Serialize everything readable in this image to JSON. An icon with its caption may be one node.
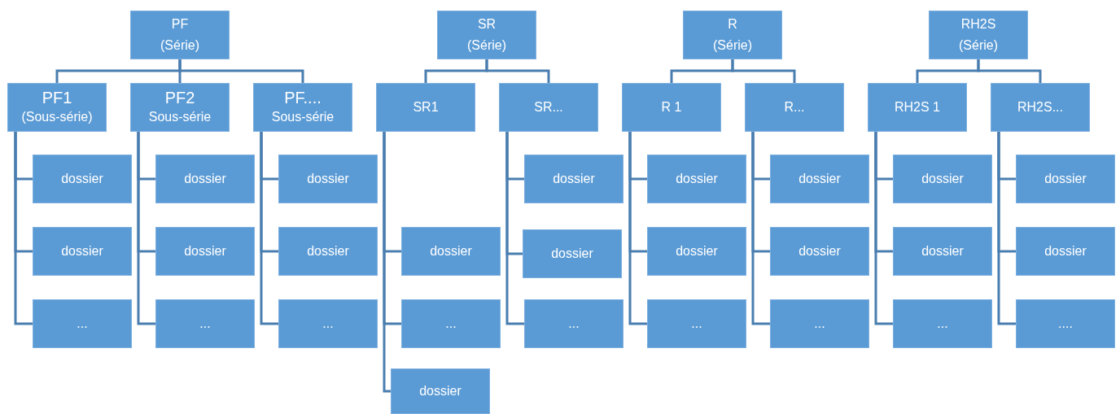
{
  "diagram": {
    "nodes": [
      {
        "text": [
          "PF",
          "(Série)"
        ]
      },
      {
        "text": [
          "SR",
          "(Série)"
        ]
      },
      {
        "text": [
          "R",
          "(Série)"
        ]
      },
      {
        "text": [
          "RH2S",
          "(Série)"
        ]
      },
      {
        "text": [
          "PF1",
          "(Sous-série)"
        ]
      },
      {
        "text": [
          "PF2",
          "Sous-série"
        ]
      },
      {
        "text": [
          "PF....",
          "Sous-série"
        ]
      },
      {
        "text": [
          "SR1"
        ]
      },
      {
        "text": [
          "SR..."
        ]
      },
      {
        "text": [
          "R 1"
        ]
      },
      {
        "text": [
          "R..."
        ]
      },
      {
        "text": [
          "RH2S 1"
        ]
      },
      {
        "text": [
          "RH2S..."
        ]
      },
      {
        "text": [
          "dossier"
        ]
      },
      {
        "text": [
          "dossier"
        ]
      },
      {
        "text": [
          "..."
        ]
      },
      {
        "text": [
          "dossier"
        ]
      },
      {
        "text": [
          "dossier"
        ]
      },
      {
        "text": [
          "..."
        ]
      },
      {
        "text": [
          "dossier"
        ]
      },
      {
        "text": [
          "dossier"
        ]
      },
      {
        "text": [
          "..."
        ]
      },
      {
        "text": [
          "dossier"
        ]
      },
      {
        "text": [
          "..."
        ]
      },
      {
        "text": [
          "dossier"
        ]
      },
      {
        "text": [
          "dossier"
        ]
      },
      {
        "text": [
          "dossier"
        ]
      },
      {
        "text": [
          "..."
        ]
      },
      {
        "text": [
          "dossier"
        ]
      },
      {
        "text": [
          "dossier"
        ]
      },
      {
        "text": [
          "..."
        ]
      },
      {
        "text": [
          "dossier"
        ]
      },
      {
        "text": [
          "dossier"
        ]
      },
      {
        "text": [
          "..."
        ]
      },
      {
        "text": [
          "dossier"
        ]
      },
      {
        "text": [
          "dossier"
        ]
      },
      {
        "text": [
          "..."
        ]
      },
      {
        "text": [
          "dossier"
        ]
      },
      {
        "text": [
          "dossier"
        ]
      },
      {
        "text": [
          "...."
        ]
      }
    ],
    "edges": [
      {
        "from": 0,
        "to": 4,
        "arrow": "none"
      },
      {
        "from": 0,
        "to": 5,
        "arrow": "none"
      },
      {
        "from": 0,
        "to": 6,
        "arrow": "none"
      },
      {
        "from": 1,
        "to": 7,
        "arrow": "none"
      },
      {
        "from": 1,
        "to": 8,
        "arrow": "none"
      },
      {
        "from": 2,
        "to": 9,
        "arrow": "none"
      },
      {
        "from": 2,
        "to": 10,
        "arrow": "none"
      },
      {
        "from": 3,
        "to": 11,
        "arrow": "none"
      },
      {
        "from": 3,
        "to": 12,
        "arrow": "none"
      },
      {
        "from": 4,
        "to": 13,
        "arrow": "none"
      },
      {
        "from": 4,
        "to": 14,
        "arrow": "none"
      },
      {
        "from": 4,
        "to": 15,
        "arrow": "none"
      },
      {
        "from": 5,
        "to": 16,
        "arrow": "none"
      },
      {
        "from": 5,
        "to": 17,
        "arrow": "none"
      },
      {
        "from": 5,
        "to": 18,
        "arrow": "none"
      },
      {
        "from": 6,
        "to": 19,
        "arrow": "none"
      },
      {
        "from": 6,
        "to": 20,
        "arrow": "none"
      },
      {
        "from": 6,
        "to": 21,
        "arrow": "none"
      },
      {
        "from": 7,
        "to": 22,
        "arrow": "none"
      },
      {
        "from": 7,
        "to": 23,
        "arrow": "none"
      },
      {
        "from": 7,
        "to": 24,
        "arrow": "none"
      },
      {
        "from": 8,
        "to": 25,
        "arrow": "none"
      },
      {
        "from": 8,
        "to": 26,
        "arrow": "none"
      },
      {
        "from": 8,
        "to": 27,
        "arrow": "none"
      },
      {
        "from": 9,
        "to": 28,
        "arrow": "none"
      },
      {
        "from": 9,
        "to": 29,
        "arrow": "none"
      },
      {
        "from": 9,
        "to": 30,
        "arrow": "none"
      },
      {
        "from": 10,
        "to": 31,
        "arrow": "none"
      },
      {
        "from": 10,
        "to": 32,
        "arrow": "none"
      },
      {
        "from": 10,
        "to": 33,
        "arrow": "none"
      },
      {
        "from": 11,
        "to": 34,
        "arrow": "none"
      },
      {
        "from": 11,
        "to": 35,
        "arrow": "none"
      },
      {
        "from": 11,
        "to": 36,
        "arrow": "none"
      },
      {
        "from": 12,
        "to": 37,
        "arrow": "none"
      },
      {
        "from": 12,
        "to": 38,
        "arrow": "none"
      },
      {
        "from": 12,
        "to": 39,
        "arrow": "none"
      }
    ]
  }
}
